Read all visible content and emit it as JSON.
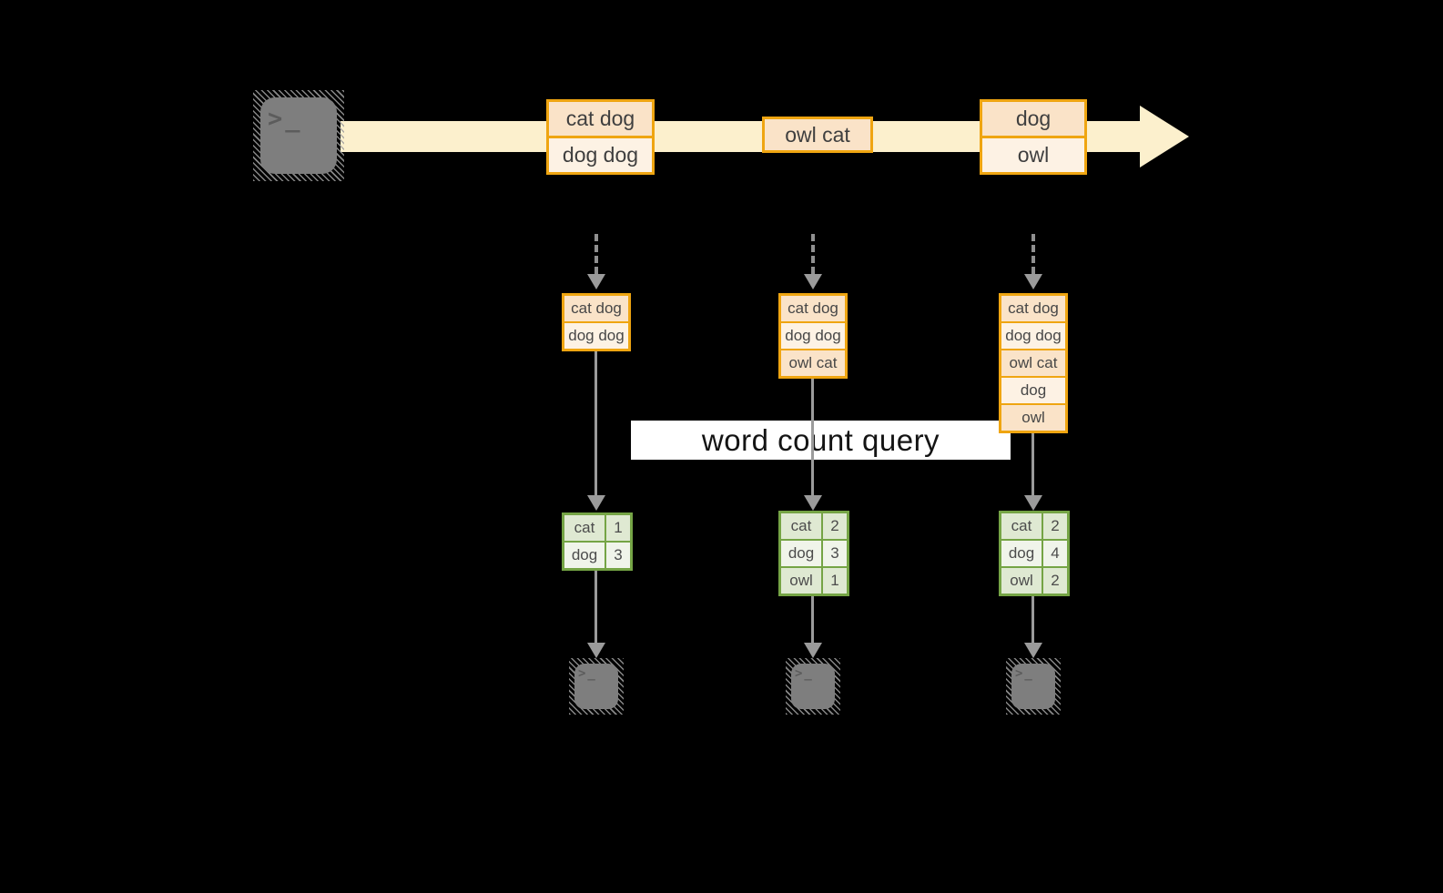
{
  "query_band": {
    "label": "word count query"
  },
  "terminal_glyph": ">_",
  "timeline": {
    "events": [
      {
        "cells": [
          {
            "text": "cat dog"
          },
          {
            "text": "dog dog"
          }
        ]
      },
      {
        "cells": [
          {
            "text": "owl cat"
          }
        ]
      },
      {
        "cells": [
          {
            "text": "dog"
          },
          {
            "text": "owl"
          }
        ]
      }
    ]
  },
  "columns": [
    {
      "buffer": [
        "cat dog",
        "dog dog"
      ],
      "counts": [
        {
          "word": "cat",
          "count": "1"
        },
        {
          "word": "dog",
          "count": "3"
        }
      ]
    },
    {
      "buffer": [
        "cat dog",
        "dog dog",
        "owl cat"
      ],
      "counts": [
        {
          "word": "cat",
          "count": "2"
        },
        {
          "word": "dog",
          "count": "3"
        },
        {
          "word": "owl",
          "count": "1"
        }
      ]
    },
    {
      "buffer": [
        "cat dog",
        "dog dog",
        "owl cat",
        "dog",
        "owl"
      ],
      "counts": [
        {
          "word": "cat",
          "count": "2"
        },
        {
          "word": "dog",
          "count": "4"
        },
        {
          "word": "owl",
          "count": "2"
        }
      ]
    }
  ],
  "colors": {
    "background": "#000000",
    "stream_band": "#fcf0cd",
    "event_border": "#efa511",
    "event_fill_dark": "#fae3c8",
    "event_fill_light": "#fdf2e4",
    "table_border": "#75a445",
    "table_fill_dark": "#dfe9d2",
    "table_fill_light": "#f0f4ea",
    "arrow_gray": "#9b9b9b",
    "terminal_gray": "#7e7e7e"
  }
}
